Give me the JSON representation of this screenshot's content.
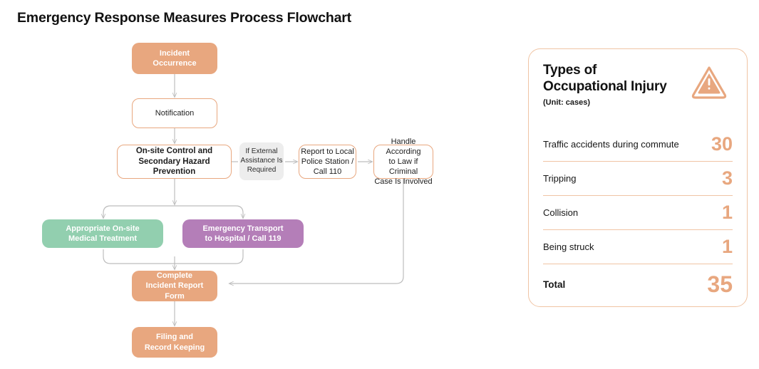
{
  "page_title": "Emergency Response Measures Process Flowchart",
  "colors": {
    "accent_orange": "#E8A77F",
    "border_orange": "#F0C4A4",
    "green": "#92CFAF",
    "purple": "#B47EB8",
    "gray": "#EDEDED",
    "connector": "#BDBDBD"
  },
  "flowchart": {
    "nodes": {
      "incident": "Incident\nOccurrence",
      "notification": "Notification",
      "onsite": "On-site Control and\nSecondary Hazard Prevention",
      "external": "If External\nAssistance Is\nRequired",
      "police": "Report to Local\nPolice Station /\nCall 110",
      "law": "Handle According\nto Law if Criminal\nCase Is Involved",
      "medical": "Appropriate On-site\nMedical Treatment",
      "transport": "Emergency Transport\nto Hospital / Call 119",
      "report": "Complete\nIncident Report\nForm",
      "filing": "Filing and\nRecord Keeping"
    }
  },
  "injury_card": {
    "title": "Types of\nOccupational Injury",
    "unit": "(Unit: cases)",
    "icon": "warning-triangle-icon",
    "rows": [
      {
        "label": "Traffic accidents during commute",
        "value": "30"
      },
      {
        "label": "Tripping",
        "value": "3"
      },
      {
        "label": "Collision",
        "value": "1"
      },
      {
        "label": "Being struck",
        "value": "1"
      }
    ],
    "total": {
      "label": "Total",
      "value": "35"
    }
  },
  "chart_data": {
    "type": "bar",
    "title": "Types of Occupational Injury",
    "unit": "cases",
    "categories": [
      "Traffic accidents during commute",
      "Tripping",
      "Collision",
      "Being struck"
    ],
    "values": [
      30,
      3,
      1,
      1
    ],
    "total": 35
  }
}
